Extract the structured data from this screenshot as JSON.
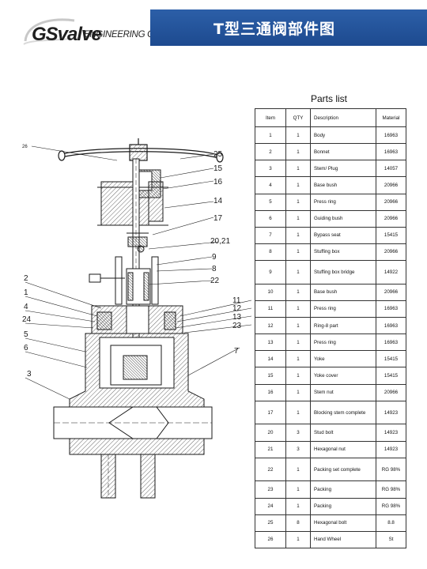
{
  "header": {
    "title": "T型三通阀部件图",
    "logo_brand": "GSvalve",
    "logo_sub": "ENGINEERING GmbH"
  },
  "colors": {
    "title_bar": "#1d4a8f",
    "title_text": "#ffffff",
    "line": "#1a1a1a",
    "hatch": "#6a6a6a"
  },
  "parts_list": {
    "caption": "Parts list",
    "columns": [
      "Item",
      "QTY",
      "Description",
      "Material"
    ],
    "rows": [
      {
        "item": "1",
        "qty": "1",
        "desc": "Body",
        "mat": "16963"
      },
      {
        "item": "2",
        "qty": "1",
        "desc": "Bonnet",
        "mat": "16963"
      },
      {
        "item": "3",
        "qty": "1",
        "desc": "Stem/ Plug",
        "mat": "14057"
      },
      {
        "item": "4",
        "qty": "1",
        "desc": "Base bush",
        "mat": "20966"
      },
      {
        "item": "5",
        "qty": "1",
        "desc": "Press ring",
        "mat": "20966"
      },
      {
        "item": "6",
        "qty": "1",
        "desc": "Guiding bush",
        "mat": "20966"
      },
      {
        "item": "7",
        "qty": "1",
        "desc": "Bypass seat",
        "mat": "15415"
      },
      {
        "item": "8",
        "qty": "1",
        "desc": "Stuffing box",
        "mat": "20966"
      },
      {
        "item": "9",
        "qty": "1",
        "desc": "Stuffing box bridge",
        "mat": "14922"
      },
      {
        "item": "10",
        "qty": "1",
        "desc": "Base bush",
        "mat": "20966"
      },
      {
        "item": "11",
        "qty": "1",
        "desc": "Press ring",
        "mat": "16963"
      },
      {
        "item": "12",
        "qty": "1",
        "desc": "Ring-8 part",
        "mat": "16963"
      },
      {
        "item": "13",
        "qty": "1",
        "desc": "Press ring",
        "mat": "16963"
      },
      {
        "item": "14",
        "qty": "1",
        "desc": "Yoke",
        "mat": "15415"
      },
      {
        "item": "15",
        "qty": "1",
        "desc": "Yoke cover",
        "mat": "15415"
      },
      {
        "item": "16",
        "qty": "1",
        "desc": "Stem nut",
        "mat": "20966"
      },
      {
        "item": "17",
        "qty": "1",
        "desc": "Blocking stem complete",
        "mat": "14923"
      },
      {
        "item": "20",
        "qty": "3",
        "desc": "Stud bolt",
        "mat": "14923"
      },
      {
        "item": "21",
        "qty": "3",
        "desc": "Hexagonal nut",
        "mat": "14923"
      },
      {
        "item": "22",
        "qty": "1",
        "desc": "Packing set complete",
        "mat": "RG 98%"
      },
      {
        "item": "23",
        "qty": "1",
        "desc": "Packing",
        "mat": "RG 98%"
      },
      {
        "item": "24",
        "qty": "1",
        "desc": "Packing",
        "mat": "RG 98%"
      },
      {
        "item": "25",
        "qty": "8",
        "desc": "Hexagonal bolt",
        "mat": "8.8"
      },
      {
        "item": "26",
        "qty": "1",
        "desc": "Hand Wheel",
        "mat": "St"
      }
    ]
  },
  "drawing": {
    "callouts": {
      "c26": "26",
      "c25": "25",
      "c15": "15",
      "c16": "16",
      "c14": "14",
      "c17": "17",
      "c20_21": "20,21",
      "c9": "9",
      "c8": "8",
      "c22": "22",
      "c2": "2",
      "c1": "1",
      "c4": "4",
      "c24": "24",
      "c5": "5",
      "c6": "6",
      "c3": "3",
      "c11": "11",
      "c12": "12",
      "c13": "13",
      "c23": "23",
      "c7": "7"
    }
  }
}
